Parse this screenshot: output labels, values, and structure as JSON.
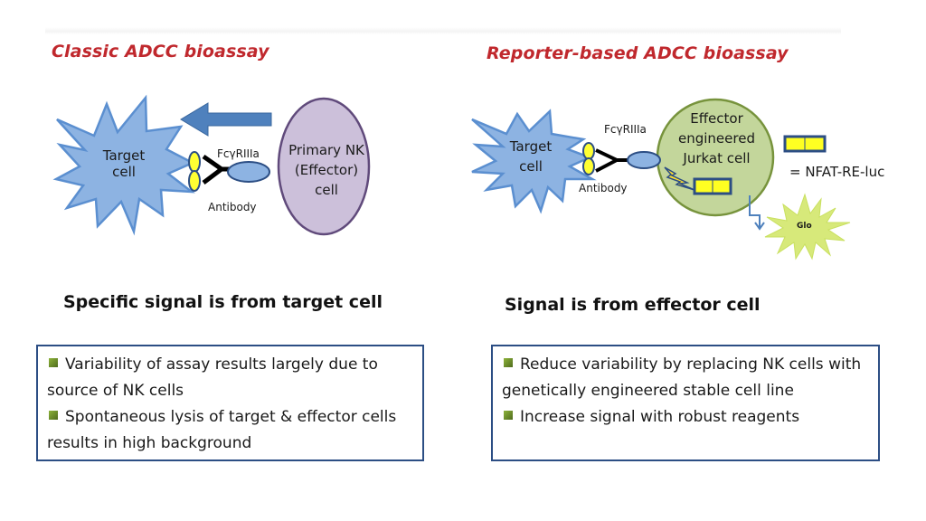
{
  "left_panel": {
    "title": "Classic ADCC bioassay",
    "target_cell_label": [
      "Target",
      "cell"
    ],
    "receptor_label": "FcγRIIIa",
    "antibody_label": "Antibody",
    "effector_label": [
      "Primary NK",
      "(Effector)",
      "cell"
    ],
    "subheading": "Specific signal is from target cell",
    "bullets": [
      "Variability of assay results largely due to source of NK cells",
      "Spontaneous lysis of target & effector cells results in high background"
    ]
  },
  "right_panel": {
    "title": "Reporter-based ADCC bioassay",
    "target_cell_label": [
      "Target",
      "cell"
    ],
    "receptor_label": "FcγRIIIa",
    "antibody_label": "Antibody",
    "effector_label": [
      "Effector",
      "engineered",
      "Jurkat cell"
    ],
    "legend_label": "= NFAT-RE-luc",
    "glo_label": "Glo",
    "subheading": "Signal is from effector  cell",
    "bullets": [
      "Reduce variability by replacing NK cells with genetically engineered stable cell line",
      "Increase signal with robust reagents"
    ]
  },
  "colors": {
    "title_red": "#c0282d",
    "target_blue": "#8db3e2",
    "target_stroke": "#4a7fc1",
    "arrow_blue": "#4f81bd",
    "nk_purple": "#ccc0da",
    "nk_stroke": "#604a7b",
    "jurkat_green": "#c3d69b",
    "jurkat_stroke": "#77933c",
    "antigen_yellow": "#ffff00",
    "box_border": "#2c4e84",
    "glo_green": "#d7e97a"
  }
}
